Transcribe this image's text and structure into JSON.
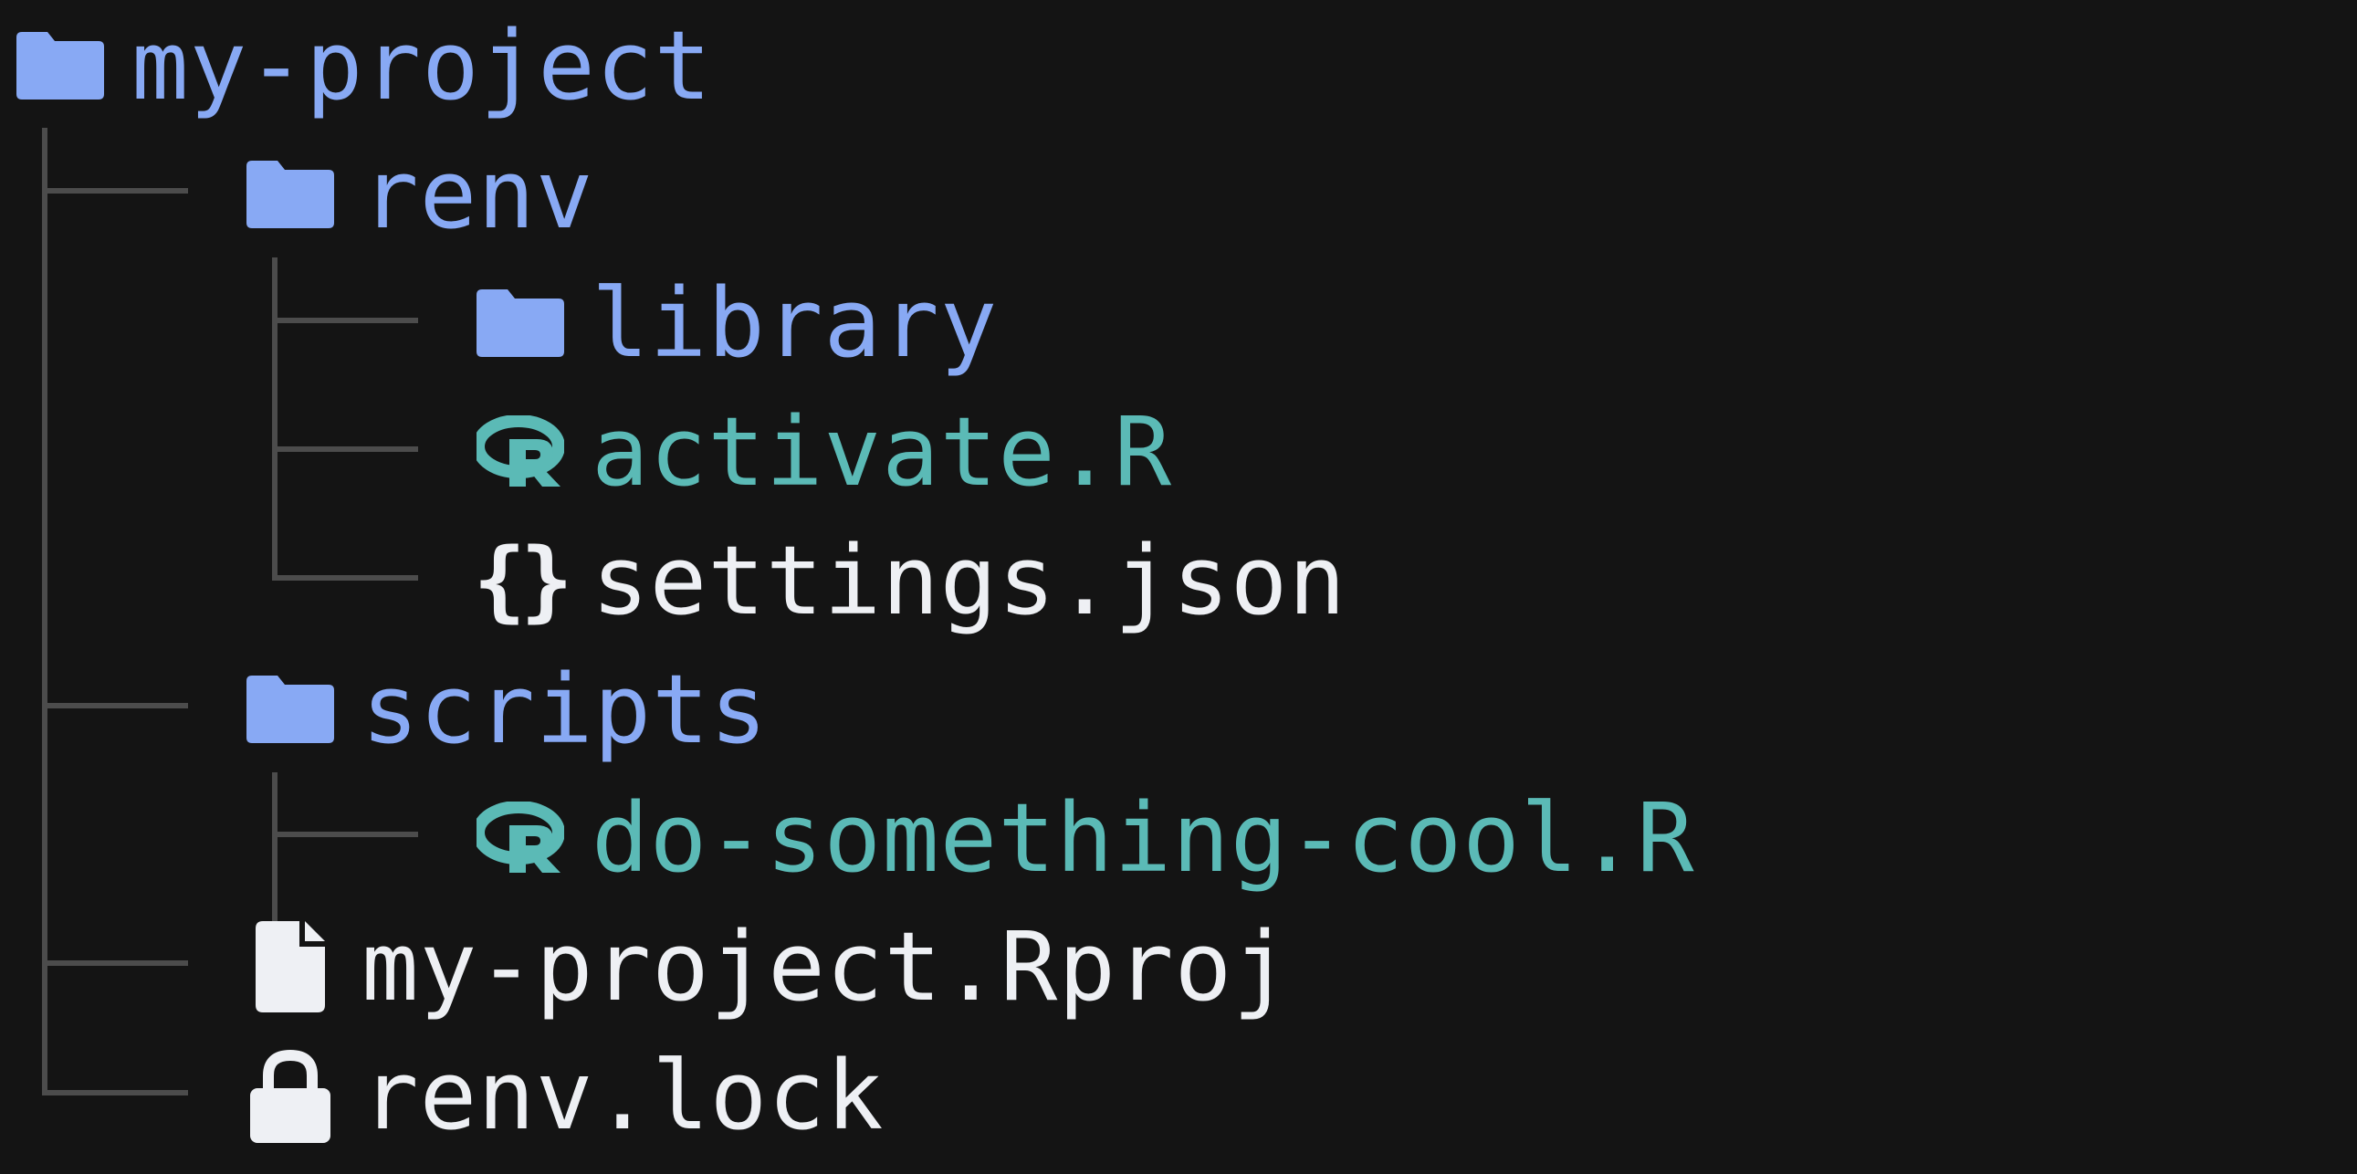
{
  "colors": {
    "background": "#141414",
    "folder": "#88a9f4",
    "r_file": "#5bbab6",
    "plain_file": "#eef0f4",
    "tree_line": "#4c4c4c"
  },
  "tree": {
    "root": {
      "label": "my-project",
      "icon": "folder-icon"
    },
    "renv": {
      "label": "renv",
      "icon": "folder-icon"
    },
    "renv_library": {
      "label": "library",
      "icon": "folder-icon"
    },
    "renv_activate": {
      "label": "activate.R",
      "icon": "r-language-icon"
    },
    "renv_settings": {
      "label": "settings.json",
      "icon": "json-braces-icon",
      "glyph": "{}"
    },
    "scripts": {
      "label": "scripts",
      "icon": "folder-icon"
    },
    "scripts_do_something": {
      "label": "do-something-cool.R",
      "icon": "r-language-icon"
    },
    "rproj": {
      "label": "my-project.Rproj",
      "icon": "file-icon"
    },
    "renv_lock": {
      "label": "renv.lock",
      "icon": "lock-icon"
    }
  }
}
